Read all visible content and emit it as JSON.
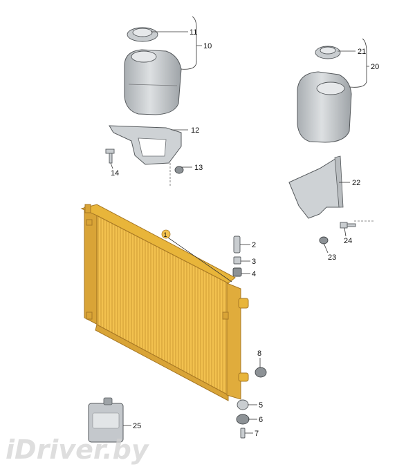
{
  "callouts": {
    "n1": "1",
    "n2": "2",
    "n3": "3",
    "n4": "4",
    "n5": "5",
    "n6": "6",
    "n7": "7",
    "n8": "8",
    "n10": "10",
    "n11": "11",
    "n12": "12",
    "n13": "13",
    "n14": "14",
    "n20": "20",
    "n21": "21",
    "n22": "22",
    "n23": "23",
    "n24": "24",
    "n25": "25"
  },
  "watermark": "iDriver.by",
  "colors": {
    "radiator": "#e8b53a",
    "radiator_core": "#f2c14f",
    "radiator_edge": "#b8862a",
    "plastic": "#c9cdd0",
    "dark_plastic": "#8d9296"
  }
}
